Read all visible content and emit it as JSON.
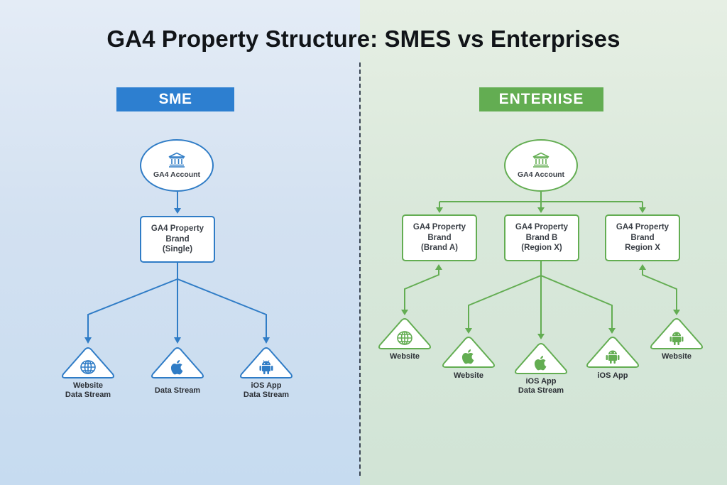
{
  "title": "GA4 Property Structure: SMES vs Enterprises",
  "colors": {
    "sme_accent": "#2d7fd0",
    "enterprise_accent": "#63ad52",
    "sme_background": "#d3e1f1",
    "enterprise_background": "#d9e8da",
    "divider": "#3b4654",
    "text": "#111418"
  },
  "sme": {
    "badge": "SME",
    "account": {
      "label": "GA4 Account",
      "icon": "bank-icon"
    },
    "property": {
      "lines": [
        "GA4 Property",
        "Brand",
        "(Single)"
      ]
    },
    "streams": [
      {
        "icon": "globe-icon",
        "lines": [
          "Website",
          "Data Stream"
        ]
      },
      {
        "icon": "apple-icon",
        "lines": [
          "Data Stream"
        ]
      },
      {
        "icon": "android-icon",
        "lines": [
          "iOS App",
          "Data Stream"
        ]
      }
    ]
  },
  "enterprise": {
    "badge": "ENTERIISE",
    "account": {
      "label": "GA4 Account",
      "icon": "bank-icon"
    },
    "properties": [
      {
        "lines": [
          "GA4 Property",
          "Brand",
          "(Brand A)"
        ]
      },
      {
        "lines": [
          "GA4 Property",
          "Brand B",
          "(Region X)"
        ]
      },
      {
        "lines": [
          "GA4 Property",
          "Brand",
          "Region X"
        ]
      }
    ],
    "streams": [
      {
        "icon": "globe-icon",
        "lines": [
          "Website"
        ]
      },
      {
        "icon": "apple-icon",
        "lines": [
          "Website"
        ]
      },
      {
        "icon": "apple-icon",
        "lines": [
          "iOS App",
          "Data Stream"
        ]
      },
      {
        "icon": "android-icon",
        "lines": [
          "iOS App"
        ]
      },
      {
        "icon": "android-icon",
        "lines": [
          "Website"
        ]
      }
    ]
  }
}
